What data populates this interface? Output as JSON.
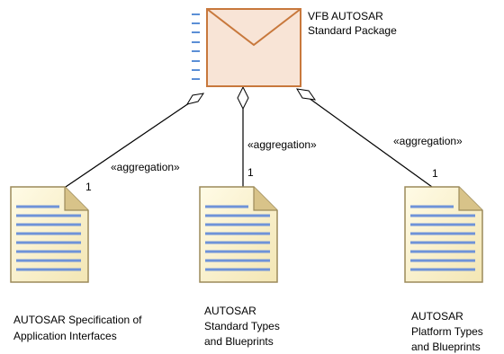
{
  "package": {
    "name_line1": "VFB AUTOSAR",
    "name_line2": "Standard Package",
    "icon": "envelope-icon"
  },
  "aggregations": [
    {
      "stereotype": "«aggregation»",
      "multiplicity": "1"
    },
    {
      "stereotype": "«aggregation»",
      "multiplicity": "1"
    },
    {
      "stereotype": "«aggregation»",
      "multiplicity": "1"
    }
  ],
  "documents": [
    {
      "line1": "AUTOSAR Specification of",
      "line2": "Application Interfaces",
      "line3": ""
    },
    {
      "line1": "AUTOSAR",
      "line2": "Standard Types",
      "line3": "and Blueprints"
    },
    {
      "line1": "AUTOSAR",
      "line2": "Platform Types",
      "line3": "and Blueprints"
    }
  ],
  "colors": {
    "envelope_fill": "#f8e4d6",
    "envelope_stroke": "#c8783c",
    "doc_fill": "#fdf6d8",
    "doc_stroke": "#9c8a5a",
    "doc_lines": "#6f93d8",
    "tick_marks": "#5b8fd6"
  }
}
